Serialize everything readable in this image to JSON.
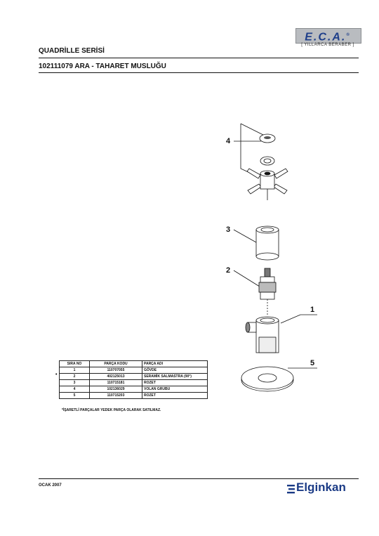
{
  "header": {
    "logo_text": "E.C.A.",
    "logo_registered": "®",
    "tagline": "[ YILLARCA BERABER ]",
    "series_title": "QUADRİLLE SERİSİ",
    "product_title": "102111079 ARA - TAHARET MUSLUĞU"
  },
  "diagram": {
    "callouts": [
      "4",
      "3",
      "2",
      "1",
      "5"
    ]
  },
  "parts_table": {
    "columns": [
      "SIRA NO",
      "PARÇA KODU",
      "PARÇA ADI"
    ],
    "rows": [
      {
        "no": "1",
        "code": "110707055",
        "name": "GÖVDE"
      },
      {
        "no": "2",
        "code": "402125013",
        "name": "SERAMİK SALMASTRA (90°)"
      },
      {
        "no": "3",
        "code": "110715181",
        "name": "ROZET"
      },
      {
        "no": "4",
        "code": "102136029",
        "name": "VOLAN GRUBU"
      },
      {
        "no": "5",
        "code": "110715203",
        "name": "ROZET"
      }
    ],
    "marker": "•",
    "footnote": "*İŞARETLİ PARÇALAR YEDEK PARÇA OLARAK SATILMAZ."
  },
  "footer": {
    "date": "OCAK 2007",
    "brand": "Elginkan",
    "brand_color": "#1b3b86"
  },
  "colors": {
    "logo_bg": "#b9bcc0",
    "logo_text": "#1f3f8a"
  }
}
